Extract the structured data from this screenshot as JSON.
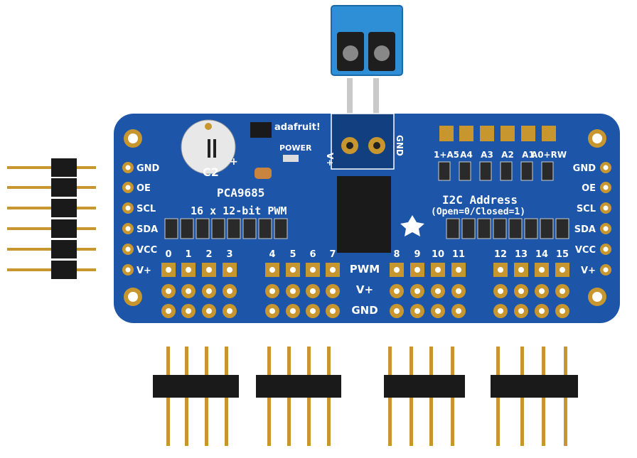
{
  "board": {
    "brand": "adafruit!",
    "chip_name": "PCA9685",
    "subtitle": "16 x 12-bit PWM",
    "power_label": "POWER",
    "capacitor_label": "C2",
    "capacitor_plus": "+",
    "terminal_vplus": "V+",
    "terminal_gnd": "GND",
    "address_title": "I2C Address",
    "address_note": "(Open=0/Closed=1)",
    "address_jumpers": [
      "1+A5",
      "A4",
      "A3",
      "A2",
      "A1",
      "A0+RW"
    ],
    "left_pins": [
      "GND",
      "OE",
      "SCL",
      "SDA",
      "VCC",
      "V+"
    ],
    "right_pins": [
      "GND",
      "OE",
      "SCL",
      "SDA",
      "VCC",
      "V+"
    ],
    "channels": [
      "0",
      "1",
      "2",
      "3",
      "4",
      "5",
      "6",
      "7",
      "8",
      "9",
      "10",
      "11",
      "12",
      "13",
      "14",
      "15"
    ],
    "row_labels": [
      "PWM",
      "V+",
      "GND"
    ]
  },
  "colors": {
    "pcb": "#1d56a8",
    "pcb_dark": "#123f80",
    "gold": "#c8962e",
    "terminal": "#2f8fd6",
    "header_plastic": "#1a1a1a"
  }
}
